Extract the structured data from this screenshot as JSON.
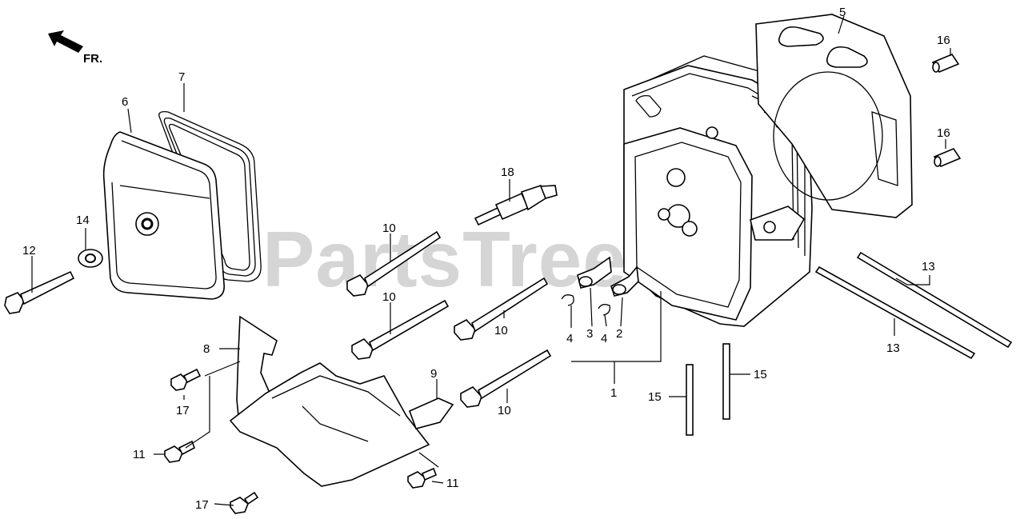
{
  "watermark": "PartsTree",
  "direction_indicator": {
    "label": "FR.",
    "icon": "arrow-forward-icon"
  },
  "callouts": [
    {
      "id": "c1",
      "label": "1"
    },
    {
      "id": "c2",
      "label": "2"
    },
    {
      "id": "c3",
      "label": "3"
    },
    {
      "id": "c4a",
      "label": "4"
    },
    {
      "id": "c4b",
      "label": "4"
    },
    {
      "id": "c5",
      "label": "5"
    },
    {
      "id": "c6",
      "label": "6"
    },
    {
      "id": "c7",
      "label": "7"
    },
    {
      "id": "c8",
      "label": "8"
    },
    {
      "id": "c9",
      "label": "9"
    },
    {
      "id": "c10a",
      "label": "10"
    },
    {
      "id": "c10b",
      "label": "10"
    },
    {
      "id": "c10c",
      "label": "10"
    },
    {
      "id": "c10d",
      "label": "10"
    },
    {
      "id": "c11a",
      "label": "11"
    },
    {
      "id": "c11b",
      "label": "11"
    },
    {
      "id": "c12",
      "label": "12"
    },
    {
      "id": "c13a",
      "label": "13"
    },
    {
      "id": "c13b",
      "label": "13"
    },
    {
      "id": "c14",
      "label": "14"
    },
    {
      "id": "c15a",
      "label": "15"
    },
    {
      "id": "c15b",
      "label": "15"
    },
    {
      "id": "c16a",
      "label": "16"
    },
    {
      "id": "c16b",
      "label": "16"
    },
    {
      "id": "c17a",
      "label": "17"
    },
    {
      "id": "c17b",
      "label": "17"
    },
    {
      "id": "c18",
      "label": "18"
    }
  ]
}
